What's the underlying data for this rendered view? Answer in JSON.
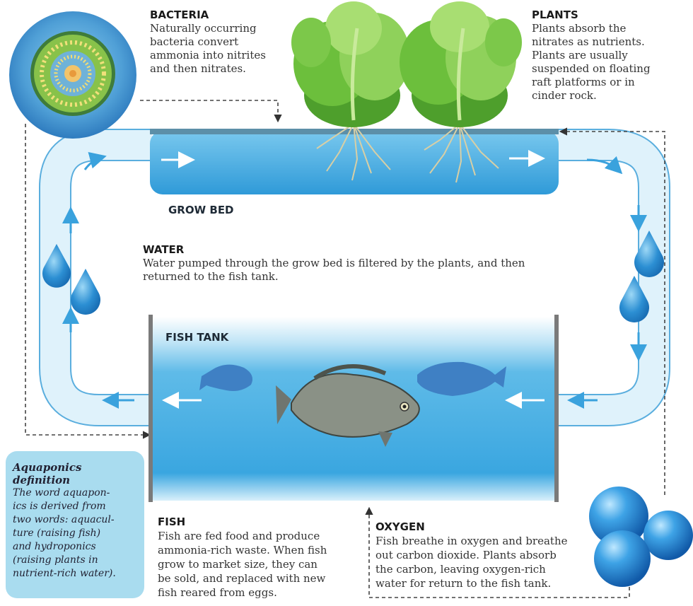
{
  "bacteria": {
    "heading": "BACTERIA",
    "lines": [
      "Naturally occurring",
      "bacteria convert",
      "ammonia into nitrites",
      "and then nitrates."
    ]
  },
  "plants": {
    "heading": "PLANTS",
    "lines": [
      "Plants absorb the",
      "nitrates as nutrients.",
      "Plants are usually",
      "suspended on floating",
      "raft platforms or in",
      "cinder rock."
    ]
  },
  "grow_bed": {
    "label": "GROW BED"
  },
  "water": {
    "heading": "WATER",
    "lines": [
      "Water pumped through the grow bed is filtered by the plants, and then",
      "returned to the fish tank."
    ]
  },
  "fish_tank": {
    "label": "FISH TANK"
  },
  "definition": {
    "title_lines": [
      "Aquaponics",
      "definition"
    ],
    "body_lines": [
      "The word aquapon-",
      "ics is derived from",
      "two words: aquacul-",
      "ture (raising fish)",
      "and hydroponics",
      "(raising plants in",
      "nutrient-rich water)."
    ]
  },
  "fish": {
    "heading": "FISH",
    "lines": [
      "Fish are fed food and produce",
      "ammonia-rich waste. When fish",
      "grow to market size, they can",
      "be sold, and replaced with new",
      "fish reared from eggs."
    ]
  },
  "oxygen": {
    "heading": "OXYGEN",
    "lines": [
      "Fish breathe in oxygen and breathe",
      "out carbon dioxide. Plants absorb",
      "the carbon, leaving oxygen-rich",
      "water for return to the fish tank."
    ]
  },
  "colors": {
    "water_blue": "#4ab3e6",
    "pipe_blue": "#d5eefa",
    "plant_green": "#6cbf3c",
    "definition_box": "#a9dcef"
  }
}
